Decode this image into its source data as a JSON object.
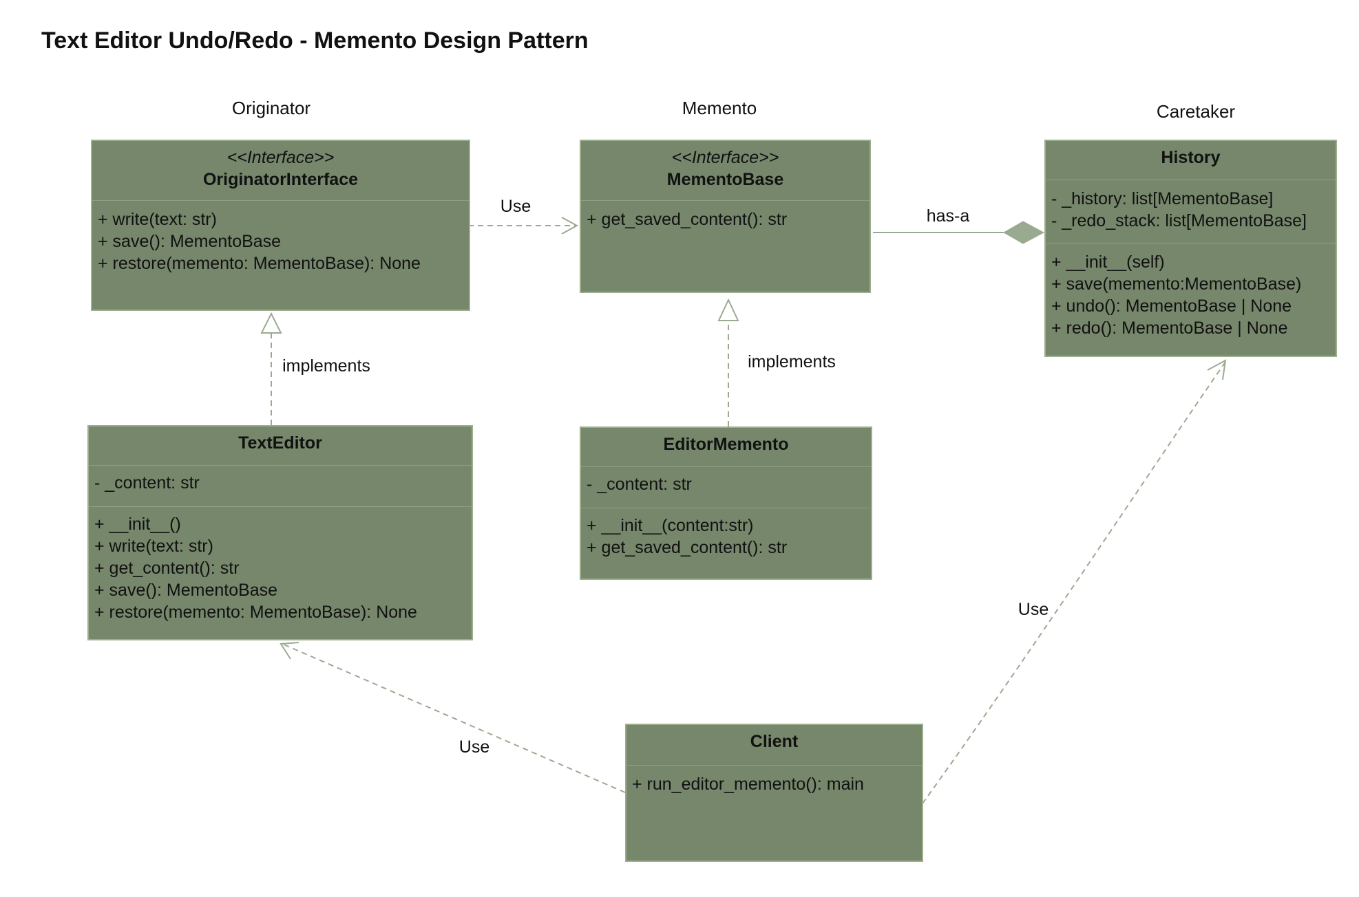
{
  "title": "Text Editor Undo/Redo - Memento Design Pattern",
  "groups": {
    "originator": "Originator",
    "memento": "Memento",
    "caretaker": "Caretaker"
  },
  "classes": {
    "originator_interface": {
      "stereotype": "<<Interface>>",
      "name": "OriginatorInterface",
      "attributes": [],
      "methods": [
        "+ write(text: str)",
        "+ save(): MementoBase",
        "+ restore(memento: MementoBase): None"
      ]
    },
    "memento_base": {
      "stereotype": "<<Interface>>",
      "name": "MementoBase",
      "attributes": [],
      "methods": [
        "+ get_saved_content(): str"
      ]
    },
    "history": {
      "name": "History",
      "attributes": [
        "- _history: list[MementoBase]",
        "- _redo_stack: list[MementoBase]"
      ],
      "methods": [
        "+ __init__(self)",
        "+ save(memento:MementoBase)",
        "+ undo(): MementoBase | None",
        "+ redo(): MementoBase | None"
      ]
    },
    "text_editor": {
      "name": "TextEditor",
      "attributes": [
        "- _content: str"
      ],
      "methods": [
        "+ __init__()",
        "+ write(text: str)",
        "+ get_content(): str",
        "+ save(): MementoBase",
        "+ restore(memento: MementoBase): None"
      ]
    },
    "editor_memento": {
      "name": "EditorMemento",
      "attributes": [
        "- _content: str"
      ],
      "methods": [
        "+ __init__(content:str)",
        "+ get_saved_content(): str"
      ]
    },
    "client": {
      "name": "Client",
      "attributes": [],
      "methods": [
        "+ run_editor_memento(): main"
      ]
    }
  },
  "edges": {
    "originator_uses_memento": "Use",
    "history_has_memento": "has-a",
    "texteditor_implements": "implements",
    "editormemento_implements": "implements",
    "client_uses_texteditor": "Use",
    "client_uses_history": "Use"
  },
  "colors": {
    "box_fill": "#76876b",
    "box_border": "#9aaf8e",
    "edge": "#9aaa90"
  }
}
